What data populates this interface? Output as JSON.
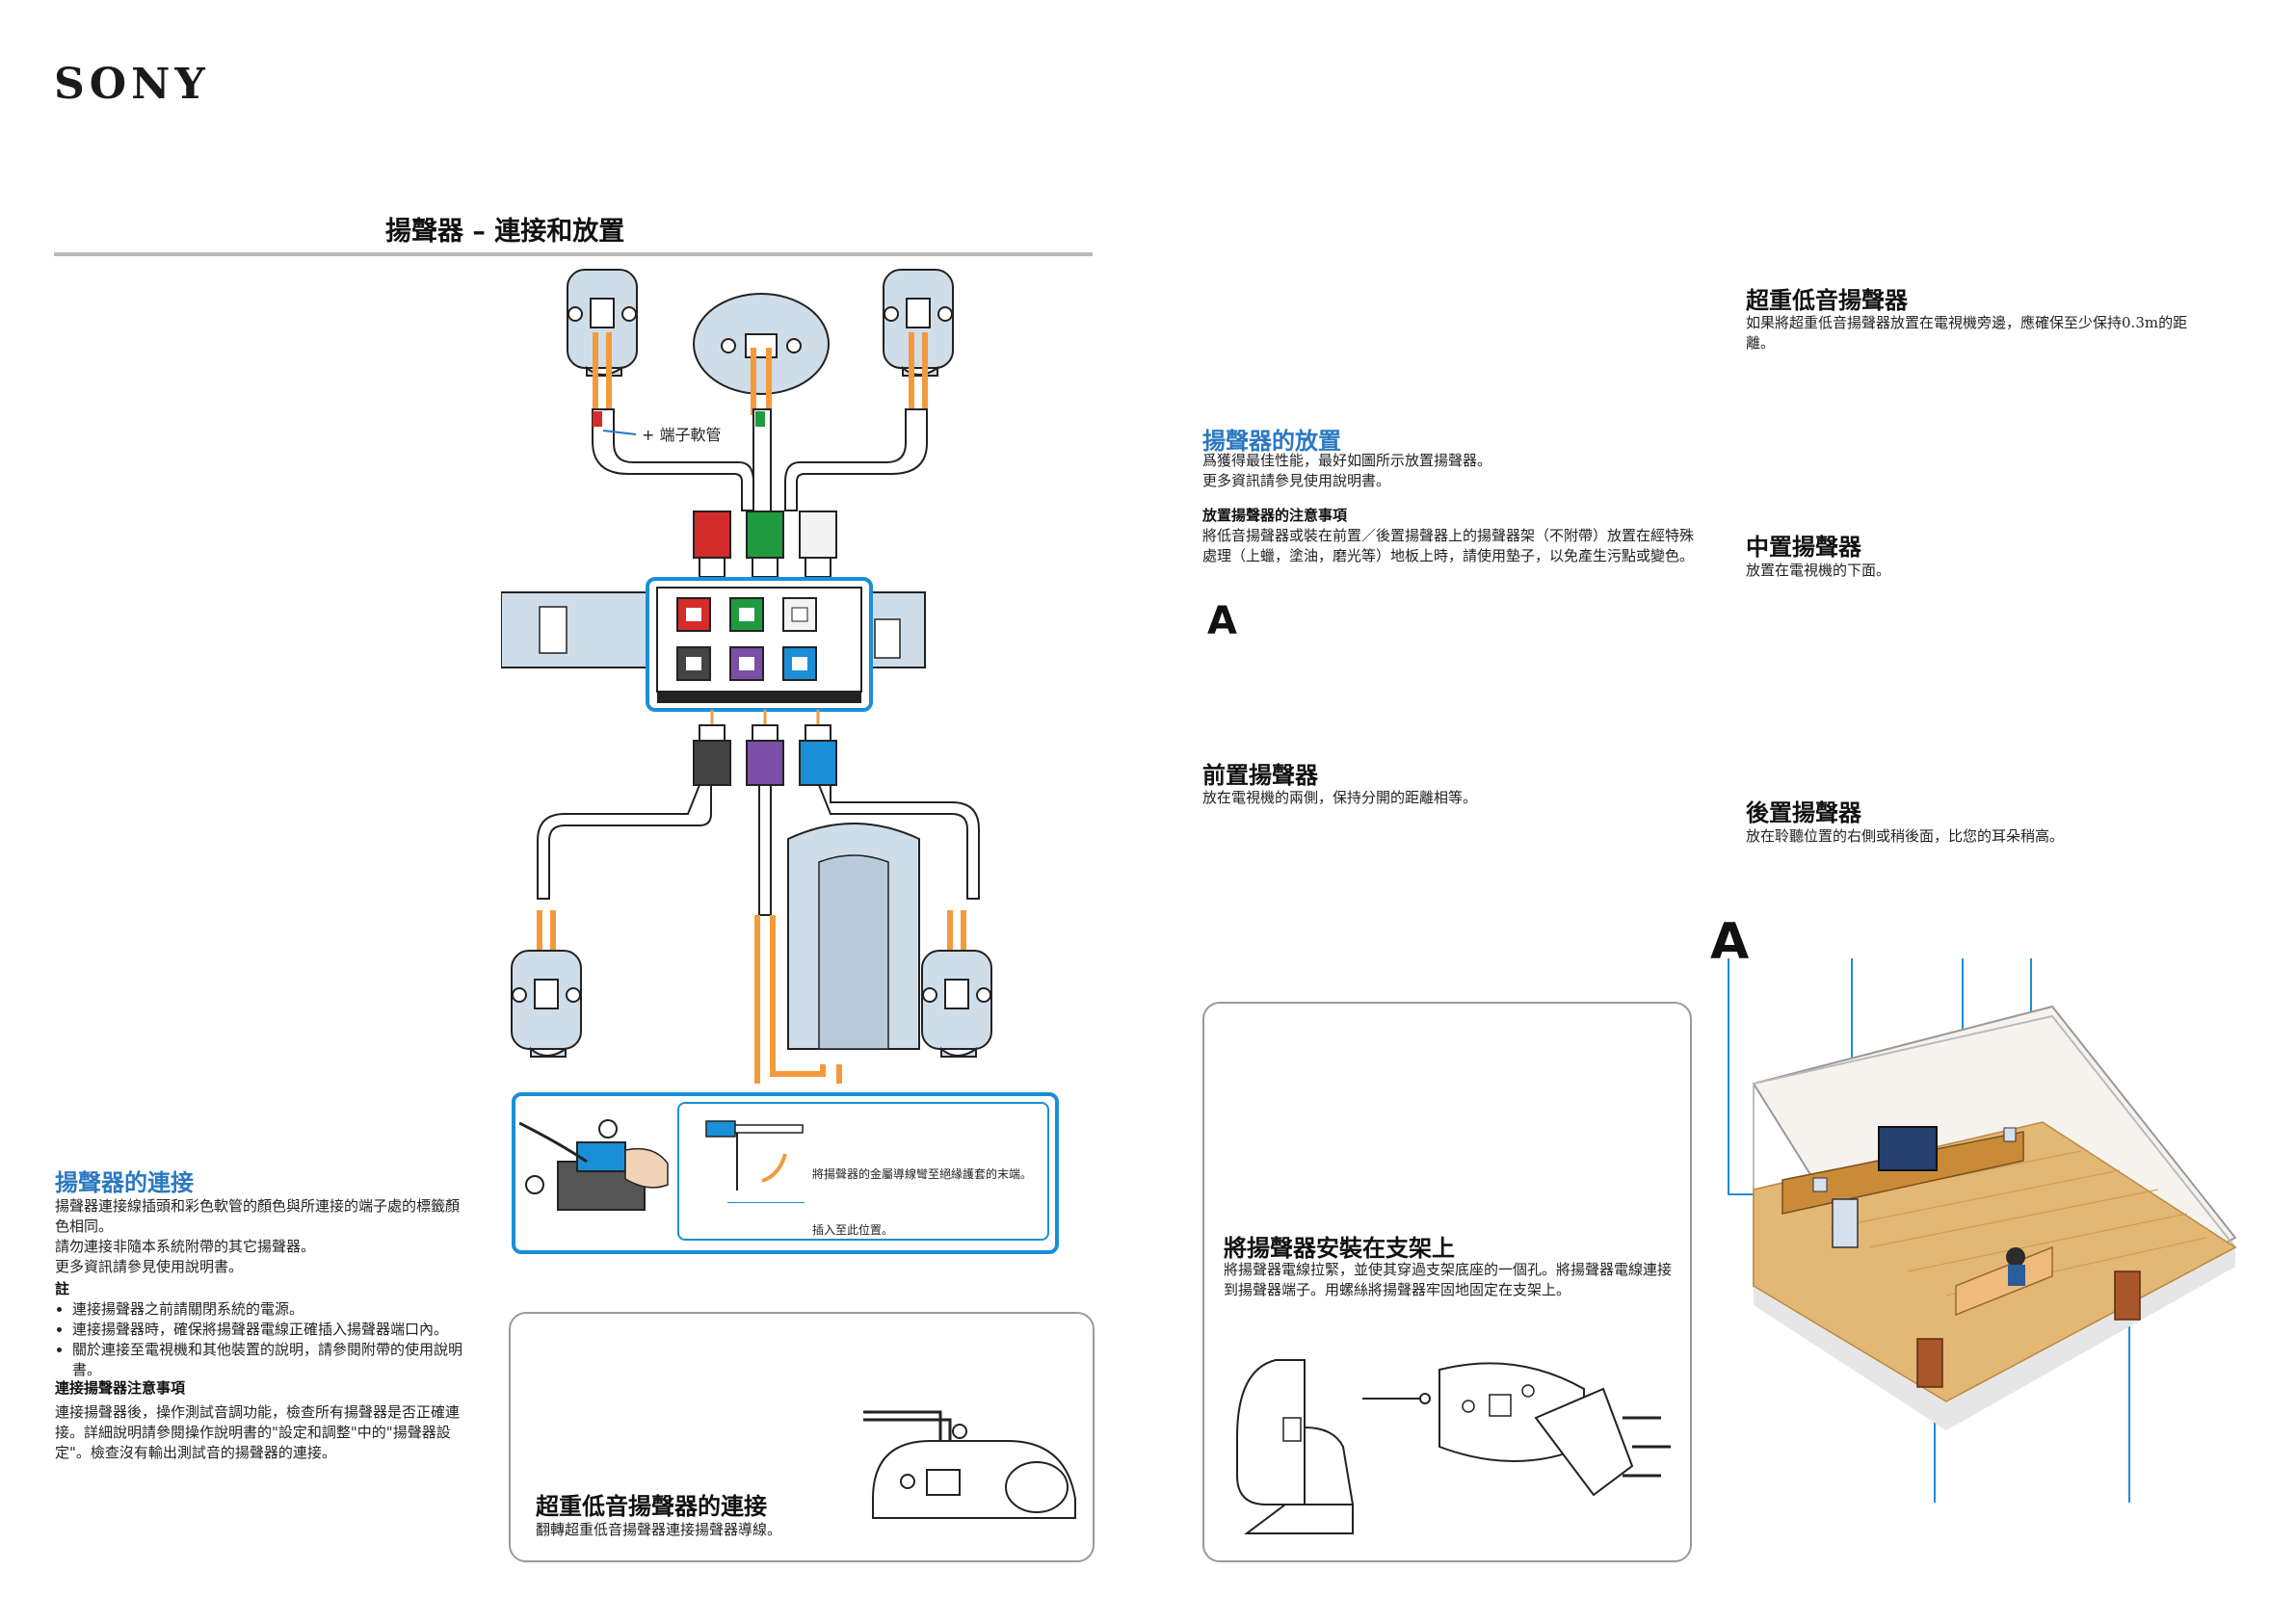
{
  "brand": "SONY",
  "page_title": "揚聲器 – 連接和放置",
  "diagram": {
    "callout_terminal_tube": "+ 端子軟管",
    "zoom_note_metal": "將揚聲器的金屬導線彎至絕緣護套的末端。",
    "zoom_note_insert": "插入至此位置。"
  },
  "connection": {
    "heading": "揚聲器的連接",
    "para1": "揚聲器連接線插頭和彩色軟管的顏色與所連接的端子處的標籤顏色相同。",
    "para2": "請勿連接非隨本系統附帶的其它揚聲器。",
    "para3": "更多資訊請參見使用說明書。",
    "note_title": "註",
    "notes": [
      "連接揚聲器之前請關閉系統的電源。",
      "連接揚聲器時，確保將揚聲器電線正確插入揚聲器端口內。",
      "關於連接至電視機和其他裝置的說明，請參閱附帶的使用說明書。"
    ],
    "caution_title": "連接揚聲器注意事項",
    "caution_text": "連接揚聲器後，操作測試音調功能，檢查所有揚聲器是否正確連接。詳細說明請參閱操作說明書的\"設定和調整\"中的\"揚聲器設定\"。檢查沒有輸出測試音的揚聲器的連接。"
  },
  "subwoofer_connection": {
    "heading": "超重低音揚聲器的連接",
    "text": "翻轉超重低音揚聲器連接揚聲器導線。"
  },
  "placement": {
    "heading": "揚聲器的放置",
    "line1": "爲獲得最佳性能，最好如圖所示放置揚聲器。",
    "line2": "更多資訊請參見使用說明書。",
    "caution_title": "放置揚聲器的注意事項",
    "caution_text": "將低音揚聲器或裝在前置／後置揚聲器上的揚聲器架（不附帶）放置在經特殊處理（上蠟，塗油，磨光等）地板上時，請使用墊子，以免產生污點或變色。",
    "marker": "A"
  },
  "front_speakers": {
    "heading": "前置揚聲器",
    "text": "放在電視機的兩側，保持分開的距離相等。"
  },
  "stand_mounting": {
    "heading": "將揚聲器安裝在支架上",
    "text": "將揚聲器電線拉緊，並使其穿過支架底座的一個孔。將揚聲器電線連接到揚聲器端子。用螺絲將揚聲器牢固地固定在支架上。"
  },
  "subwoofer": {
    "heading": "超重低音揚聲器",
    "text": "如果將超重低音揚聲器放置在電視機旁邊，應確保至少保持0.3m的距離。"
  },
  "center_speaker": {
    "heading": "中置揚聲器",
    "text": "放置在電視機的下面。"
  },
  "rear_speakers": {
    "heading": "後置揚聲器",
    "text": "放在聆聽位置的右側或稍後面，比您的耳朵稍高。"
  },
  "room_marker": "A",
  "colors": {
    "accent_blue": "#2b78c2",
    "wire_orange": "#f39a3c",
    "speaker_body": "#cfdde9",
    "red": "#d42b2b",
    "green": "#1f9a3e",
    "purple": "#7a4fa5",
    "cyan": "#1a8fd8"
  }
}
